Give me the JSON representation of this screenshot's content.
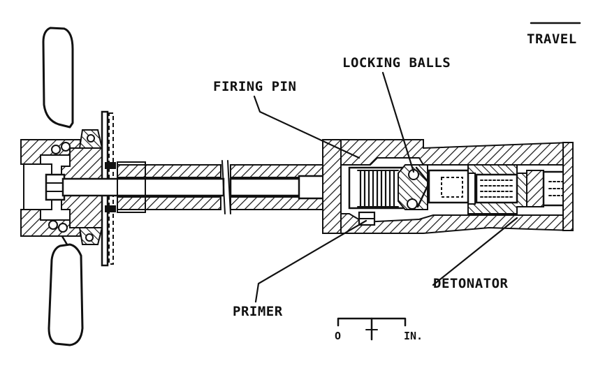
{
  "labels": {
    "travel": "TRAVEL",
    "locking_balls": "LOCKING BALLS",
    "firing_pin": "FIRING PIN",
    "primer": "PRIMER",
    "detonator": "DETONATOR"
  },
  "scale": {
    "zero": "O",
    "unit": "IN."
  }
}
